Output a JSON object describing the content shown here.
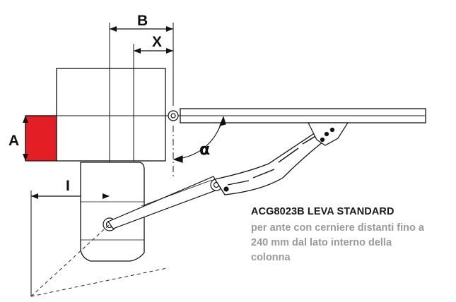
{
  "labels": {
    "b": "B",
    "x": "X",
    "a": "A",
    "i": "I",
    "alpha": "α"
  },
  "caption": {
    "title": "ACG8023B LEVA STANDARD",
    "description": "per ante con cerniere distanti fino a\n240 mm dal lato interno della\ncolonna"
  },
  "colors": {
    "column_accent": "#e31e24",
    "line": "#111111",
    "caption_desc": "#9a9a9a"
  }
}
